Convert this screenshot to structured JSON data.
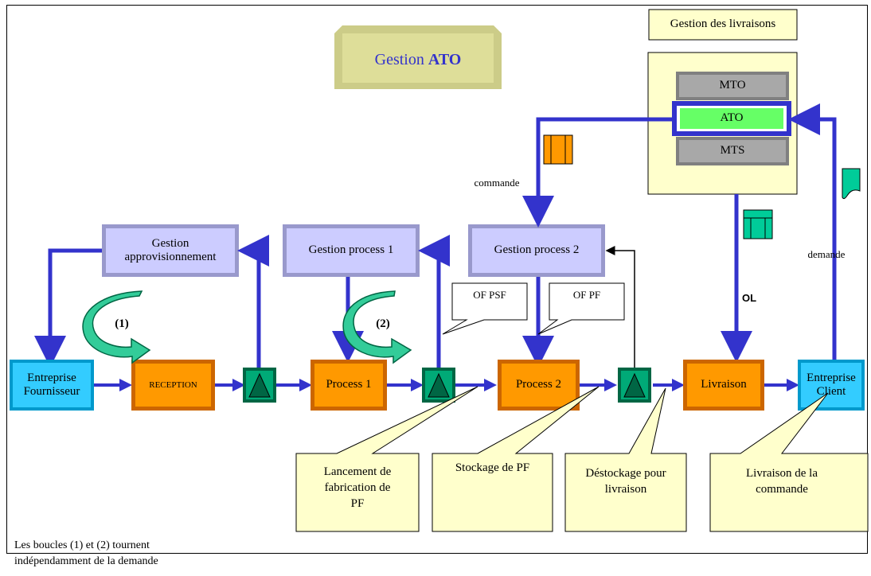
{
  "title": {
    "prefix": "Gestion ",
    "strong": "ATO"
  },
  "delivery_title": "Gestion des livraisons",
  "modes": {
    "mto": "MTO",
    "ato": "ATO",
    "mts": "MTS"
  },
  "mgmt": {
    "supply": [
      "Gestion",
      "approvisionnement"
    ],
    "process1": "Gestion process 1",
    "process2": "Gestion process 2"
  },
  "nodes": {
    "supplier": [
      "Entreprise",
      "Fournisseur"
    ],
    "reception": "RECEPTION",
    "process1": "Process 1",
    "process2": "Process 2",
    "delivery": "Livraison",
    "client": [
      "Entreprise",
      "Client"
    ]
  },
  "labels": {
    "commande": "commande",
    "demande": "demande",
    "ol": "OL",
    "loop1": "(1)",
    "loop2": "(2)",
    "of_psf": "OF PSF",
    "of_pf": "OF PF"
  },
  "callouts": {
    "launch": [
      "Lancement de",
      "fabrication de",
      "PF"
    ],
    "storage": "Stockage de PF",
    "destock": [
      "Déstockage pour",
      "livraison"
    ],
    "delivery": [
      "Livraison de la",
      "commande"
    ]
  },
  "footnote": [
    "Les boucles (1) et (2) tournent",
    "indépendamment de la demande"
  ],
  "colors": {
    "flow": "#3333cc",
    "orange": "#ff9900",
    "lavender": "#ccccff",
    "cyan": "#33ccff",
    "stock_green": "#009966",
    "ato_green": "#66ff66",
    "note": "#ffffcc",
    "title_box": "#cccc88",
    "grey": "#a0a0a0"
  }
}
